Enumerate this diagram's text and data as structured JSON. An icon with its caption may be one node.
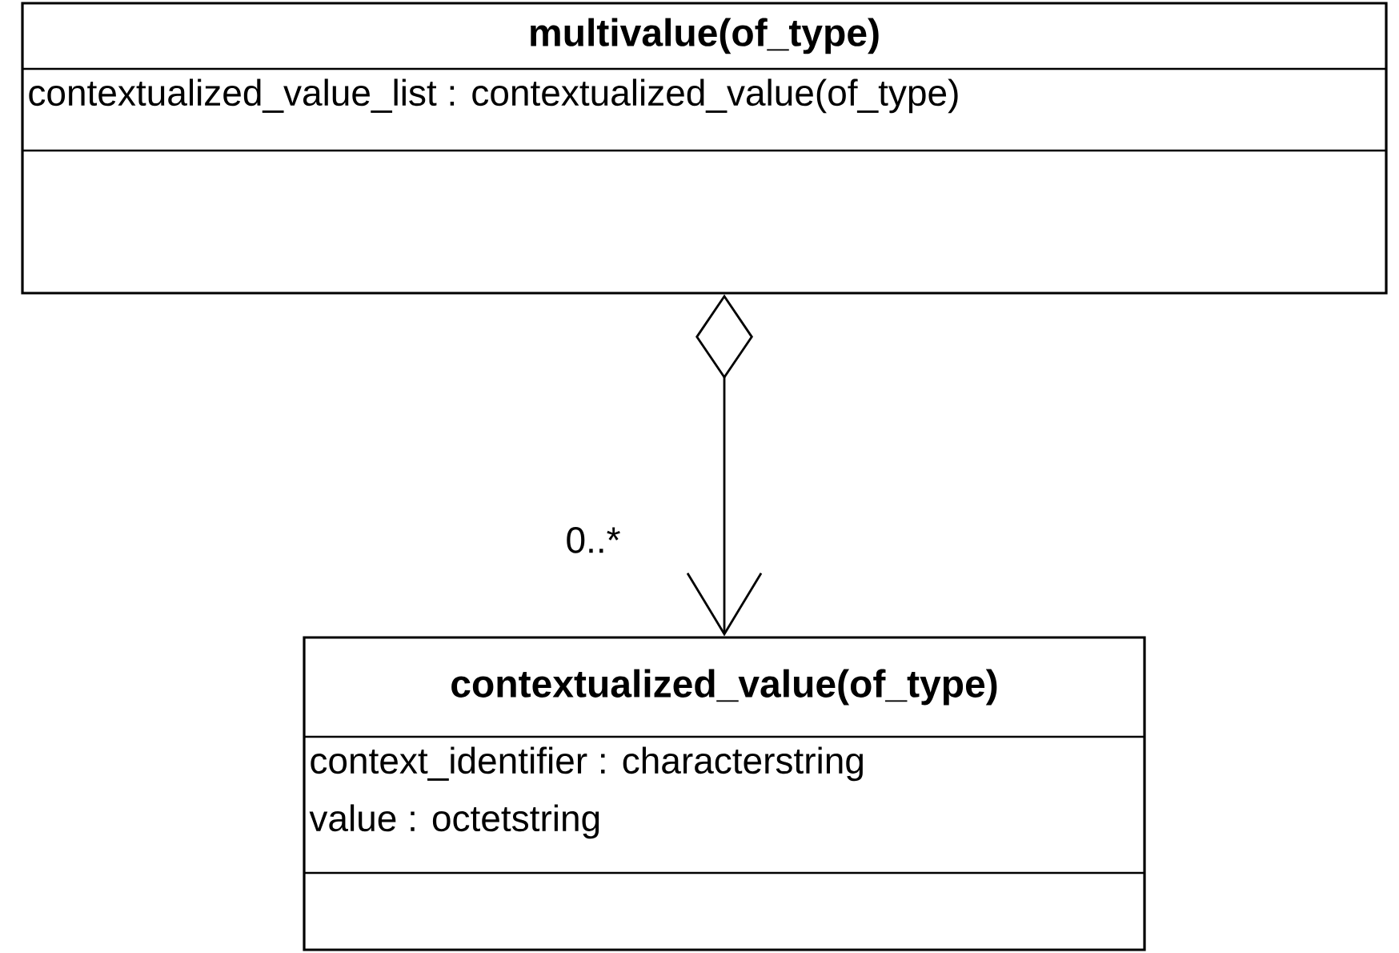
{
  "diagram": {
    "nodes": [
      {
        "text": [
          "multivalue(of_type)",
          "contextualized_value_list : contextualized_value(of_type)"
        ]
      },
      {
        "text": [
          "contextualized_value(of_type)",
          "context_identifier : characterstring",
          "value : octetstring"
        ]
      }
    ],
    "edges": [
      {
        "from": 0,
        "to": 1,
        "arrow": "to",
        "label": "0..*"
      }
    ]
  }
}
